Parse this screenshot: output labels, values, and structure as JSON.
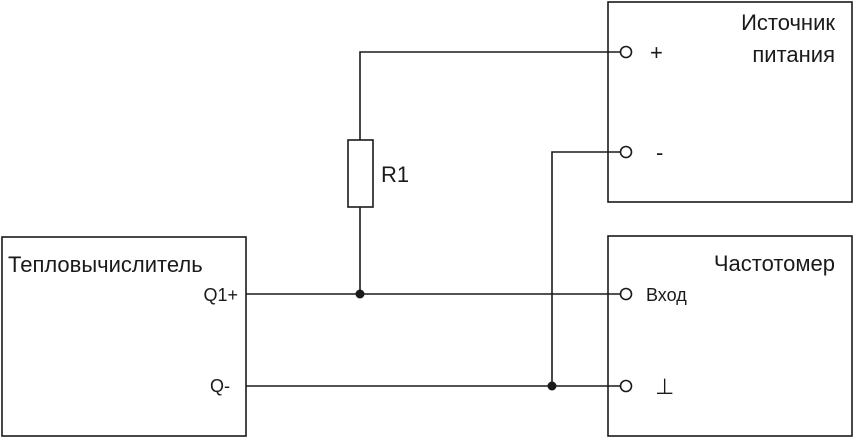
{
  "blocks": {
    "power_supply": {
      "title_line1": "Источник",
      "title_line2": "питания",
      "plus_label": "+",
      "minus_label": "-"
    },
    "frequency_meter": {
      "title": "Частотомер",
      "input_label": "Вход",
      "ground_label": "⊥"
    },
    "heat_calculator": {
      "title": "Тепловычислитель",
      "q1_plus_label": "Q1+",
      "q_minus_label": "Q-"
    }
  },
  "resistor": {
    "label": "R1"
  },
  "colors": {
    "line": "#1a1a1a",
    "background": "#ffffff"
  }
}
